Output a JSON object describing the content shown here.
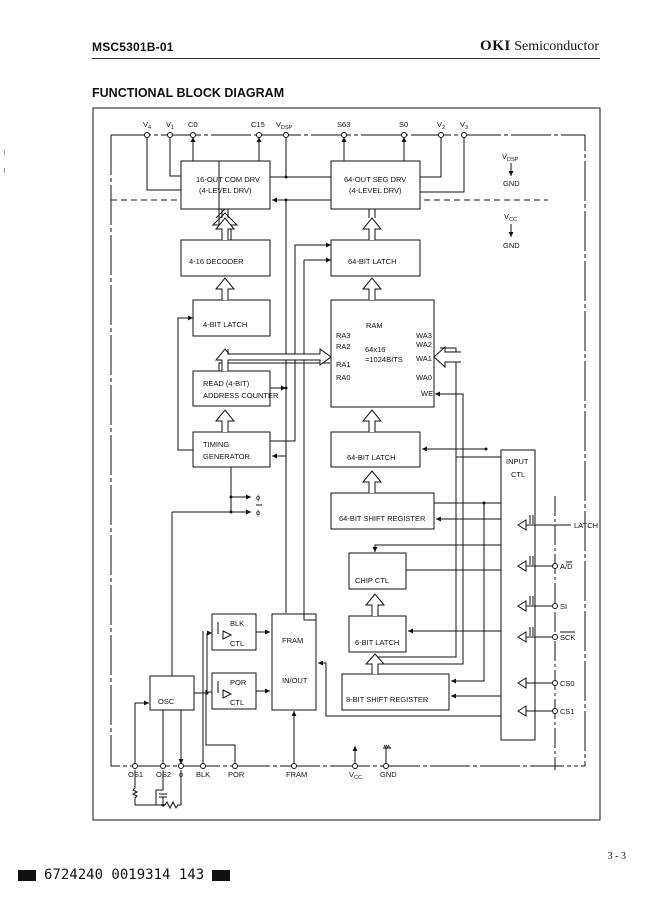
{
  "header": {
    "part_number": "MSC5301B-01",
    "brand": "OKI",
    "brand_suffix": "Semiconductor"
  },
  "section_title": "FUNCTIONAL BLOCK DIAGRAM",
  "diagram": {
    "top_pins": [
      {
        "label": "V",
        "sub": "4"
      },
      {
        "label": "V",
        "sub": "1"
      },
      {
        "label": "C0",
        "sub": ""
      },
      {
        "label": "C15",
        "sub": ""
      },
      {
        "label": "V",
        "sub": "DSP"
      },
      {
        "label": "S63",
        "sub": ""
      },
      {
        "label": "S0",
        "sub": ""
      },
      {
        "label": "V",
        "sub": "2"
      },
      {
        "label": "V",
        "sub": "3"
      }
    ],
    "blocks": {
      "com_drv": [
        "16-OUT COM DRV",
        "(4-LEVEL DRV)"
      ],
      "seg_drv": [
        "64-OUT SEG DRV",
        "(4-LEVEL DRV)"
      ],
      "decoder": [
        "4-16 DECODER"
      ],
      "latch64_top": [
        "64-BIT LATCH"
      ],
      "latch4": [
        "4-BIT LATCH"
      ],
      "address_counter": [
        "READ (4-BIT)",
        "ADDRESS COUNTER"
      ],
      "timing_gen": [
        "TIMING",
        "GENERATOR"
      ],
      "latch64_bottom": [
        "64-BIT LATCH"
      ],
      "shift64": [
        "64-BIT SHIFT REGISTER"
      ],
      "chip_ctl": [
        "CHIP CTL"
      ],
      "latch6": [
        "6-BIT LATCH"
      ],
      "shift8": [
        "8-BIT SHIFT REGISTER"
      ],
      "blk_ctl": [
        "BLK",
        "CTL"
      ],
      "por_ctl": [
        "POR",
        "CTL"
      ],
      "fram_io": [
        "FRAM",
        "IN/OUT"
      ],
      "osc": [
        "OSC"
      ],
      "input_ctl": [
        "INPUT",
        "CTL"
      ]
    },
    "ram": {
      "title": "RAM",
      "size": "64x16",
      "bits": "=1024BITS",
      "read_addr": [
        "RA3",
        "RA2",
        "RA1",
        "RA0"
      ],
      "write_addr": [
        "WA3",
        "WA2",
        "WA1",
        "WA0"
      ],
      "write_enable": "WE"
    },
    "phi": "ϕ",
    "phi_bar": "ϕ",
    "supply_notes": [
      {
        "top": "V",
        "top_sub": "DSP",
        "bottom": "GND"
      },
      {
        "top": "V",
        "top_sub": "CC",
        "bottom": "GND"
      }
    ],
    "right_pins": [
      "LATCH",
      "A/D",
      "SI",
      "SCK",
      "CS0",
      "CS1"
    ],
    "bottom_pins": [
      {
        "label": "OS1",
        "sub": ""
      },
      {
        "label": "OS2",
        "sub": ""
      },
      {
        "label": "o",
        "sub": ""
      },
      {
        "label": "BLK",
        "sub": ""
      },
      {
        "label": "POR",
        "sub": ""
      },
      {
        "label": "FRAM",
        "sub": ""
      },
      {
        "label": "V",
        "sub": "CC"
      },
      {
        "label": "GND",
        "sub": ""
      }
    ]
  },
  "footer": {
    "page_number": "3 - 3",
    "barcode_text": "6724240 0019314 143"
  }
}
